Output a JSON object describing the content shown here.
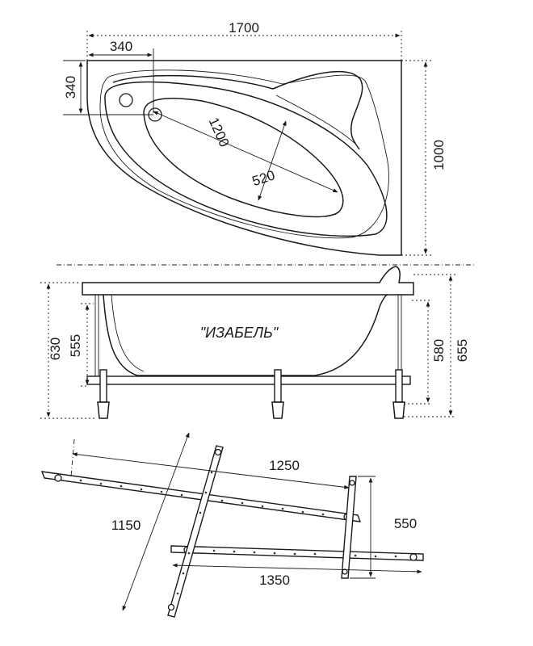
{
  "top_view": {
    "overall_length": "1700",
    "drain_offset_x": "340",
    "drain_offset_y": "340",
    "inner_length": "1200",
    "inner_width": "520",
    "overall_width": "1000"
  },
  "side_view": {
    "model_name": "\"ИЗАБЕЛЬ\"",
    "height_left_outer": "630",
    "height_left_inner": "555",
    "height_right_inner": "580",
    "height_right_outer": "655"
  },
  "frame_view": {
    "beam_long_upper": "1250",
    "beam_long_lower": "1350",
    "beam_cross_left": "1150",
    "beam_cross_right": "550"
  }
}
